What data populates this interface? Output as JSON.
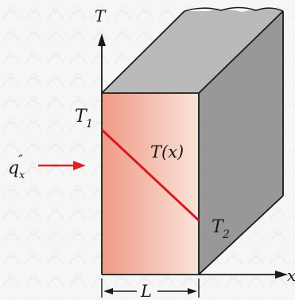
{
  "labels": {
    "axis_t": "T",
    "axis_x": "x",
    "t1_main": "T",
    "t1_sub": "1",
    "t2_main": "T",
    "t2_sub": "2",
    "tx": "T(x)",
    "flux_main": "q",
    "flux_sup": "″",
    "flux_sub": "x",
    "length": "L"
  },
  "colors": {
    "temperature_line": "#d8191f",
    "flux_arrow": "#e0202a",
    "face_hot": "#ee9a85",
    "face_cool": "#fbe3da",
    "block_side": "#8e8e8e",
    "block_top": "#b4b4b4",
    "edges": "#1a1a1a"
  }
}
